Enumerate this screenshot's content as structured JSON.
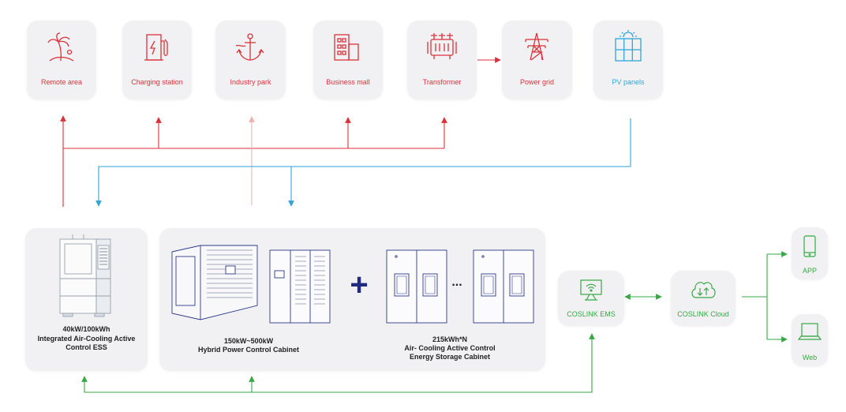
{
  "sources": {
    "remote_area": "Remote area",
    "charging_station": "Charging station",
    "industry_park": "Industry park",
    "business_mall": "Business mall",
    "transformer": "Transformer",
    "power_grid": "Power grid",
    "pv_panels": "PV panels"
  },
  "systems": {
    "integrated_ess": {
      "line1": "40kW/100kWh",
      "line2": "Integrated Air-Cooling Active",
      "line3": "Control ESS"
    },
    "hybrid_cabinet": {
      "line1": "150kW~500kW",
      "line2": "Hybrid Power Control Cabinet"
    },
    "storage_cabinet": {
      "line1": "215kWh*N",
      "line2": "Air- Cooling Active Control",
      "line3": "Energy Storage Cabinet"
    },
    "plus": "+",
    "ellipsis": "..."
  },
  "management": {
    "ems": "COSLINK EMS",
    "cloud": "COSLINK Cloud",
    "app": "APP",
    "web": "Web"
  },
  "colors": {
    "red": "#d9323a",
    "blue": "#2fa6d8",
    "green": "#37a844",
    "pink": "#f1b0b0",
    "navy": "#1f2a80",
    "card": "#f1f1f3"
  }
}
